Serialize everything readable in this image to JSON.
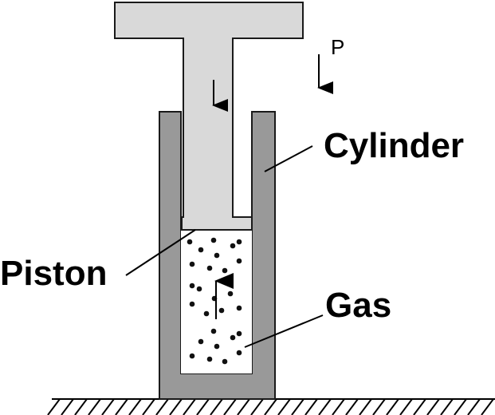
{
  "labels": {
    "pressure": "P",
    "cylinder": "Cylinder",
    "piston": "Piston",
    "gas": "Gas"
  },
  "colors": {
    "cylinder": "#999999",
    "piston": "#d9d9d9",
    "gas": "#ffffff",
    "outline": "#1a1a1a"
  }
}
